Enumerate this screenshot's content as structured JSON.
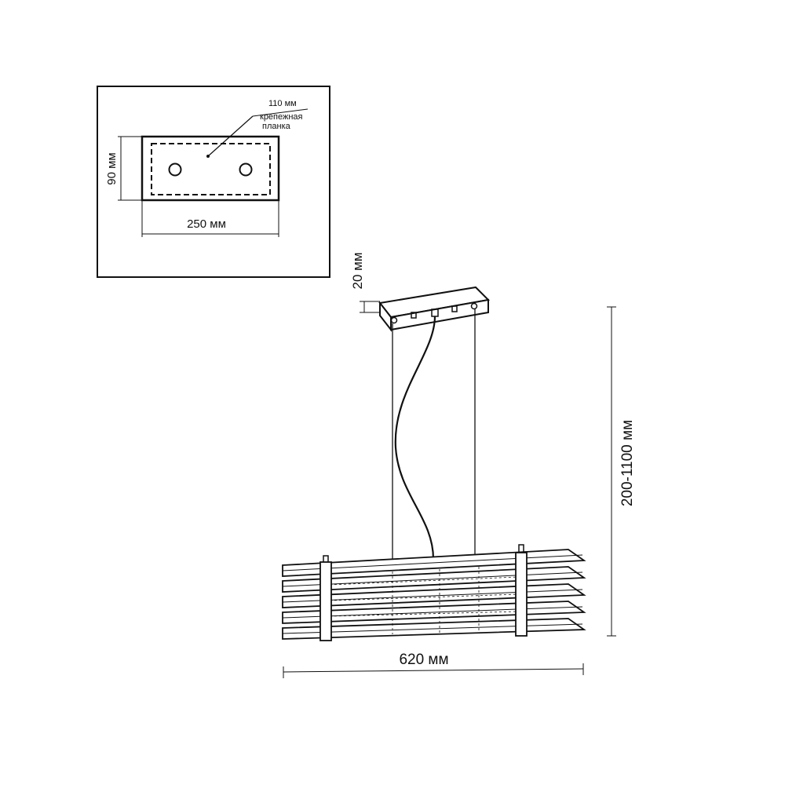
{
  "inset": {
    "plate_dimension": "110 мм",
    "plate_label_line1": "крепежная",
    "plate_label_line2": "планка",
    "height_dimension": "90 мм",
    "width_dimension": "250 мм"
  },
  "main": {
    "canopy_height": "20 мм",
    "suspension_range": "200-1100 мм",
    "fixture_width": "620 мм"
  },
  "colors": {
    "line": "#111111",
    "background": "#ffffff"
  }
}
